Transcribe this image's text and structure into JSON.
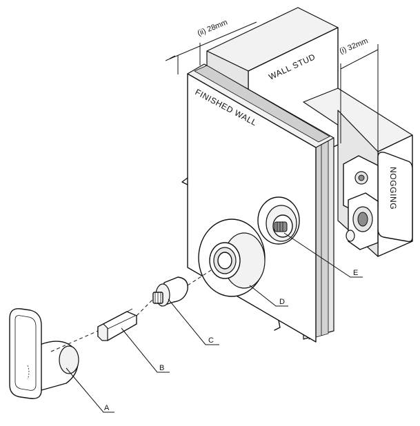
{
  "dimensions": {
    "finished_wall_thickness": "(ii) 28mm",
    "nogging_offset": "(i) 32mm"
  },
  "labels": {
    "wall_stud": "WALL STUD",
    "finished_wall": "FINISHED WALL",
    "nogging": "NOGGING"
  },
  "callouts": {
    "a": "A",
    "b": "B",
    "c": "C",
    "d": "D",
    "e": "E"
  }
}
